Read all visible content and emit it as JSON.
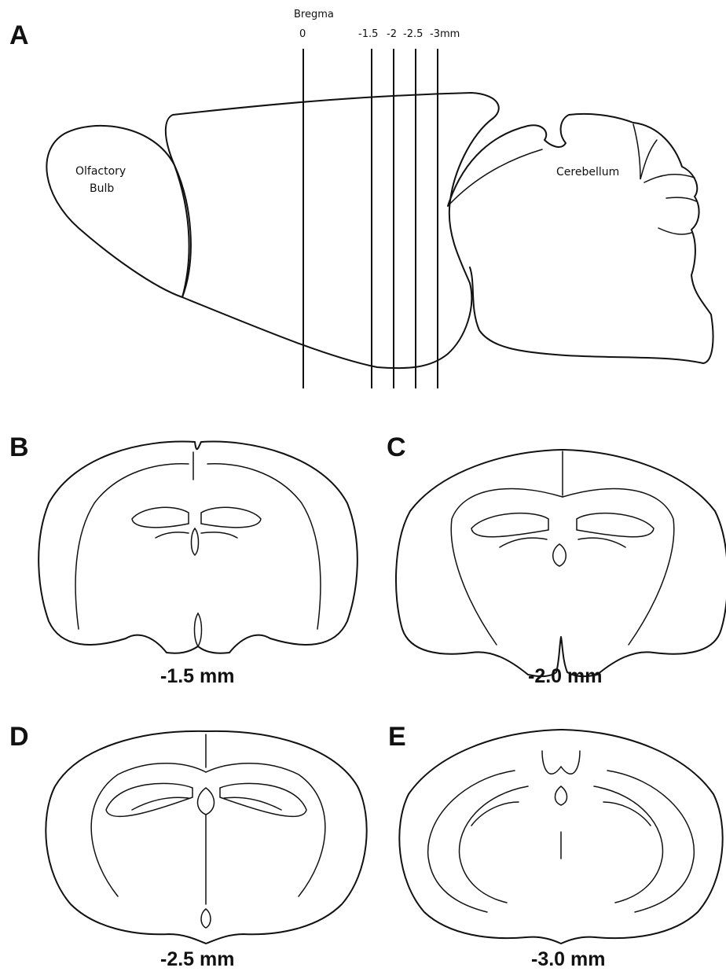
{
  "panels": {
    "a": {
      "letter": "A",
      "bregma_label": "Bregma",
      "bregma_value": "0",
      "cut_labels": [
        "-1.5",
        "-2",
        "-2.5",
        "-3mm"
      ],
      "olfactory_line1": "Olfactory",
      "olfactory_line2": "Bulb",
      "cerebellum": "Cerebellum"
    },
    "b": {
      "letter": "B",
      "caption": "-1.5 mm"
    },
    "c": {
      "letter": "C",
      "caption": "-2.0 mm"
    },
    "d": {
      "letter": "D",
      "caption": "-2.5 mm"
    },
    "e": {
      "letter": "E",
      "caption": "-3.0 mm"
    }
  }
}
